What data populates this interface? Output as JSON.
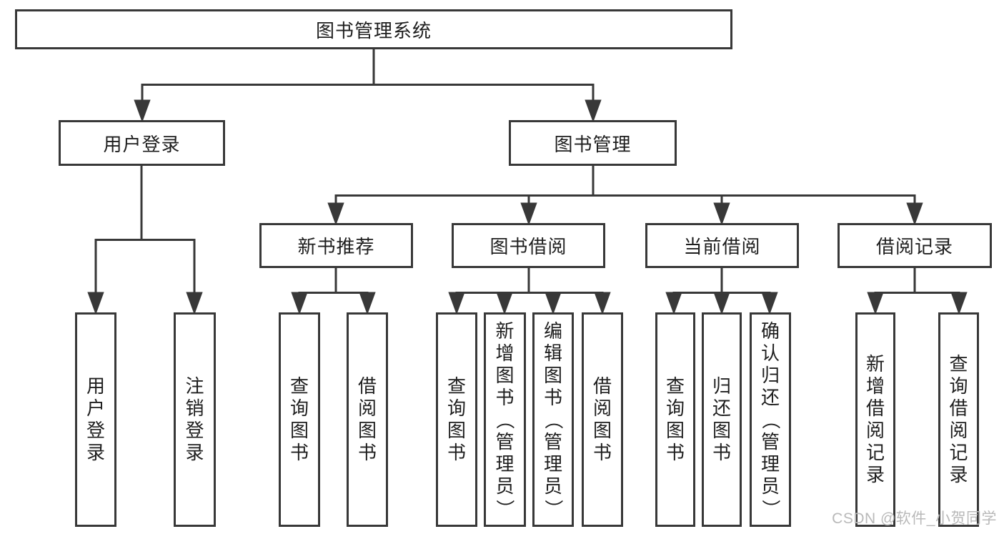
{
  "tree": {
    "label": "图书管理系统",
    "children": [
      {
        "label": "用户登录",
        "children": [
          {
            "label": "用户登录"
          },
          {
            "label": "注销登录"
          }
        ]
      },
      {
        "label": "图书管理",
        "children": [
          {
            "label": "新书推荐",
            "children": [
              {
                "label": "查询图书"
              },
              {
                "label": "借阅图书"
              }
            ]
          },
          {
            "label": "图书借阅",
            "children": [
              {
                "label": "查询图书"
              },
              {
                "label": "新增图书（管理员）"
              },
              {
                "label": "编辑图书（管理员）"
              },
              {
                "label": "借阅图书"
              }
            ]
          },
          {
            "label": "当前借阅",
            "children": [
              {
                "label": "查询图书"
              },
              {
                "label": "归还图书"
              },
              {
                "label": "确认归还（管理员）"
              }
            ]
          },
          {
            "label": "借阅记录",
            "children": [
              {
                "label": "新增借阅记录"
              },
              {
                "label": "查询借阅记录"
              }
            ]
          }
        ]
      }
    ]
  },
  "style": {
    "line_color": "#383838",
    "box_background": "#ffffff",
    "text_color": "#1e1e1e",
    "watermark_color": "#b9b9b9"
  },
  "watermark": {
    "text": "CSDN @软件_小贺同学"
  }
}
